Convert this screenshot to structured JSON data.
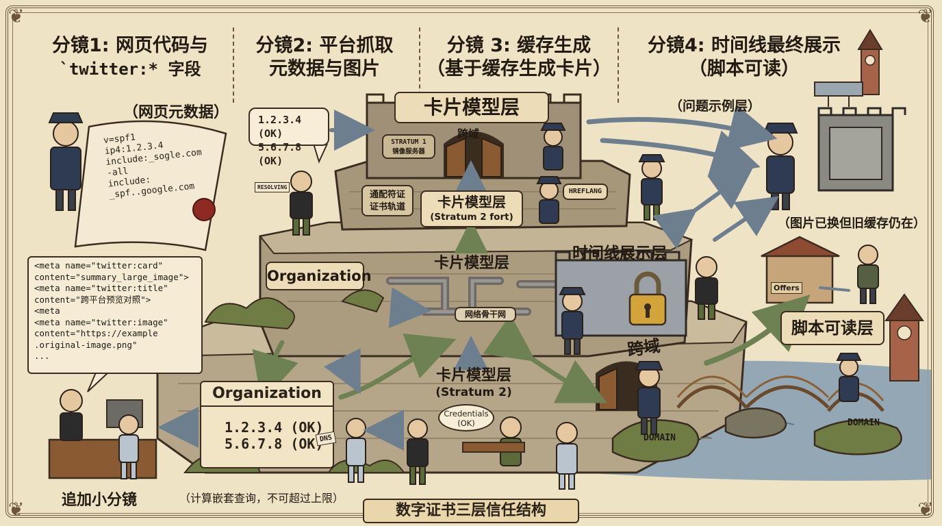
{
  "panels": {
    "p1": {
      "line1": "分镜1: 网页代码与",
      "line2": "`twitter:* 字段"
    },
    "p2": {
      "line1": "分镜2: 平台抓取",
      "line2": "元数据与图片"
    },
    "p3": {
      "line1": "分镜 3: 缓存生成",
      "line2": "（基于缓存生成卡片）"
    },
    "p4": {
      "line1": "分镜4: 时间线最终展示",
      "line2": "（脚本可读）"
    }
  },
  "web_metadata_label": "（网页元数据）",
  "scroll_lines": [
    "v=spf1",
    "ip4:1.2.3.4",
    "include:_sogle.com",
    "-all",
    "",
    "include:",
    "_spf..google.com"
  ],
  "meta_code_lines": [
    "<meta name=\"twitter:card\"",
    "content=\"summary_large_image\">",
    "<meta name=\"twitter:title\"",
    "content=\"跨平台预览对照\">",
    "<meta",
    "<meta name=\"twitter:image\"",
    "content=\"https://example",
    ".original-image.png\"",
    "..."
  ],
  "ip_bubble": [
    "1.2.3.4 (OK)",
    "5.6.7.8 (OK)"
  ],
  "fortress": {
    "top_banner": "卡片模型层",
    "top_cross": "跨域",
    "stratum_sign": [
      "STRATUM 1",
      "镜像服务器"
    ],
    "cert_sign": [
      "通配符证",
      "证书轨道"
    ],
    "mid_tag_line1": "卡片模型层",
    "mid_tag_line2": "(Stratum 2 fort)",
    "mid_label": "卡片模型层",
    "org_tag": "Organization",
    "timeline_label": "时间线展示层",
    "pipe_sign": "网络骨干网",
    "hreflang_sign": "HREFLANG",
    "bottom_tag_line1": "卡片模型层",
    "bottom_tag_line2": "(Stratum 2)",
    "cross_domain": "跨域",
    "sheet_sign": "RESOLVING"
  },
  "org_box": {
    "title": "Organization",
    "ips": [
      "1.2.3.4 (OK)",
      "5.6.7.8 (OK)"
    ]
  },
  "credentials_bubble": [
    "Credentials",
    "(OK)"
  ],
  "dns_sign": "DNS",
  "right": {
    "problem_example": "（问题示例层）",
    "image_cache_note": "（图片已换但旧缓存仍在）",
    "offers_sign": "Offers",
    "script_readable_layer": "脚本可读层",
    "domain_left": "DOMAIN",
    "domain_right": "DOMAIN"
  },
  "bottom": {
    "add_storyboard": "追加小分镜",
    "nested_query_note": "（计算嵌套查询，不可超过上限）",
    "banner": "数字证书三层信任结构"
  },
  "colors": {
    "parchment": "#efe3c6",
    "ink": "#2b2219",
    "stone": "#b5a68a",
    "water": "#8aa0b2",
    "grass": "#6f7d44"
  }
}
